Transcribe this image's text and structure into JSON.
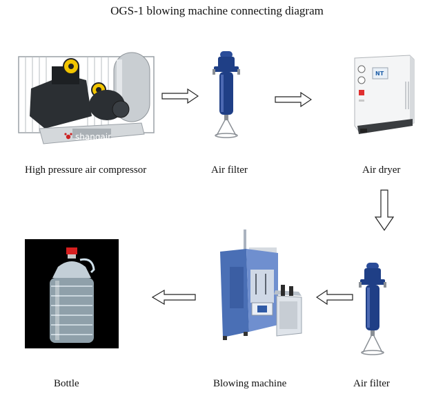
{
  "title": "OGS-1 blowing machine connecting diagram",
  "stages": [
    {
      "label": "High pressure air compressor",
      "brand_text": "shangair"
    },
    {
      "label": "Air filter"
    },
    {
      "label": "Air dryer",
      "brand_text": "NT"
    },
    {
      "label": "Air filter"
    },
    {
      "label": "Blowing machine"
    },
    {
      "label": "Bottle"
    }
  ],
  "flow": [
    {
      "from": "High pressure air compressor",
      "to": "Air filter",
      "direction": "right"
    },
    {
      "from": "Air filter",
      "to": "Air dryer",
      "direction": "right"
    },
    {
      "from": "Air dryer",
      "to": "Air filter",
      "direction": "down"
    },
    {
      "from": "Air filter",
      "to": "Blowing machine",
      "direction": "left"
    },
    {
      "from": "Blowing machine",
      "to": "Bottle",
      "direction": "left"
    }
  ],
  "colors": {
    "filter_blue": "#1f3f86",
    "machine_blue": "#4a6fb5",
    "compressor_dark": "#2b2f33",
    "accent_yellow": "#f2c500",
    "arrow_stroke": "#222222"
  }
}
